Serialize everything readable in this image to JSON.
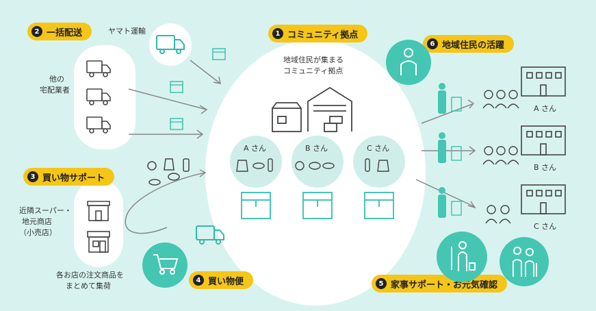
{
  "tags": {
    "t2": {
      "num": "2",
      "label": "一括配送"
    },
    "t1": {
      "num": "1",
      "label": "コミュニティ拠点"
    },
    "t6": {
      "num": "6",
      "label": "地域住民の活躍"
    },
    "t3": {
      "num": "3",
      "label": "買い物サポート"
    },
    "t4": {
      "num": "4",
      "label": "買い物便"
    },
    "t5": {
      "num": "5",
      "label": "家事サポート・お元気確認"
    }
  },
  "texts": {
    "yamato": "ヤマト運輸",
    "other1": "他の",
    "other2": "宅配業者",
    "hub1": "地域住民が集まる",
    "hub2": "コミュニティ拠点",
    "kinrin1": "近隣スーパー・",
    "kinrin2": "地元商店",
    "kinrin3": "（小売店）",
    "order1": "各お店の注文商品を",
    "order2": "まとめて集荷"
  },
  "persons": {
    "hubA": "A さん",
    "hubB": "B さん",
    "hubC": "C さん",
    "bldA": "A さん",
    "bldB": "B さん",
    "bldC": "C さん"
  },
  "colors": {
    "bg": "#d8f3ef",
    "accent": "#44c6b3",
    "tag": "#f5c518"
  },
  "icons": [
    "truck-icon",
    "package-icon",
    "warehouse-icon",
    "shop-icon",
    "building-icon",
    "delivery-person-icon",
    "family-icon",
    "cart-icon",
    "cleaning-icon",
    "elderly-icon"
  ]
}
